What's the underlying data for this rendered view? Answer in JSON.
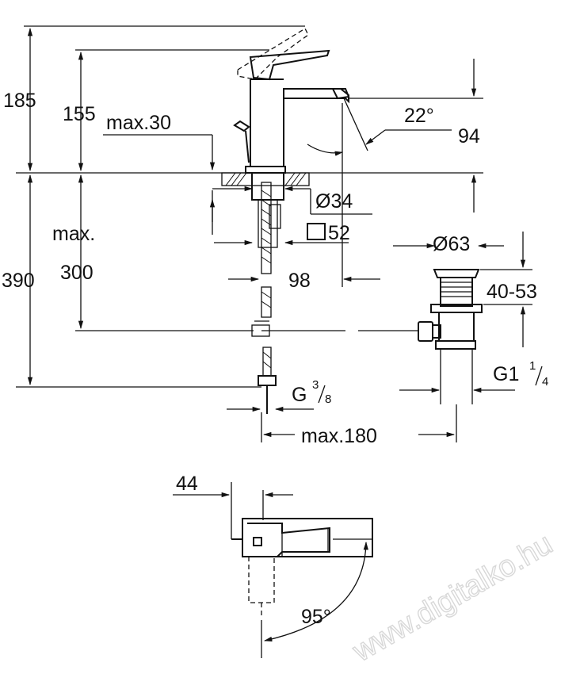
{
  "labels": {
    "h185": "185",
    "h155": "155",
    "max30": "max.30",
    "angle22": "22°",
    "d94": "94",
    "d34": "Ø34",
    "sq52": "52",
    "max_word": "max.",
    "h300": "300",
    "h390": "390",
    "d98": "98",
    "d63": "Ø63",
    "r40_53": "40-53",
    "g38_g": "G",
    "g38_num": "3",
    "g38_den": "8",
    "g114_g": "G1",
    "g114_num": "1",
    "g114_den": "4",
    "max180": "max.180",
    "d44": "44",
    "angle95": "95°"
  },
  "watermark": "www.digitalko.hu"
}
